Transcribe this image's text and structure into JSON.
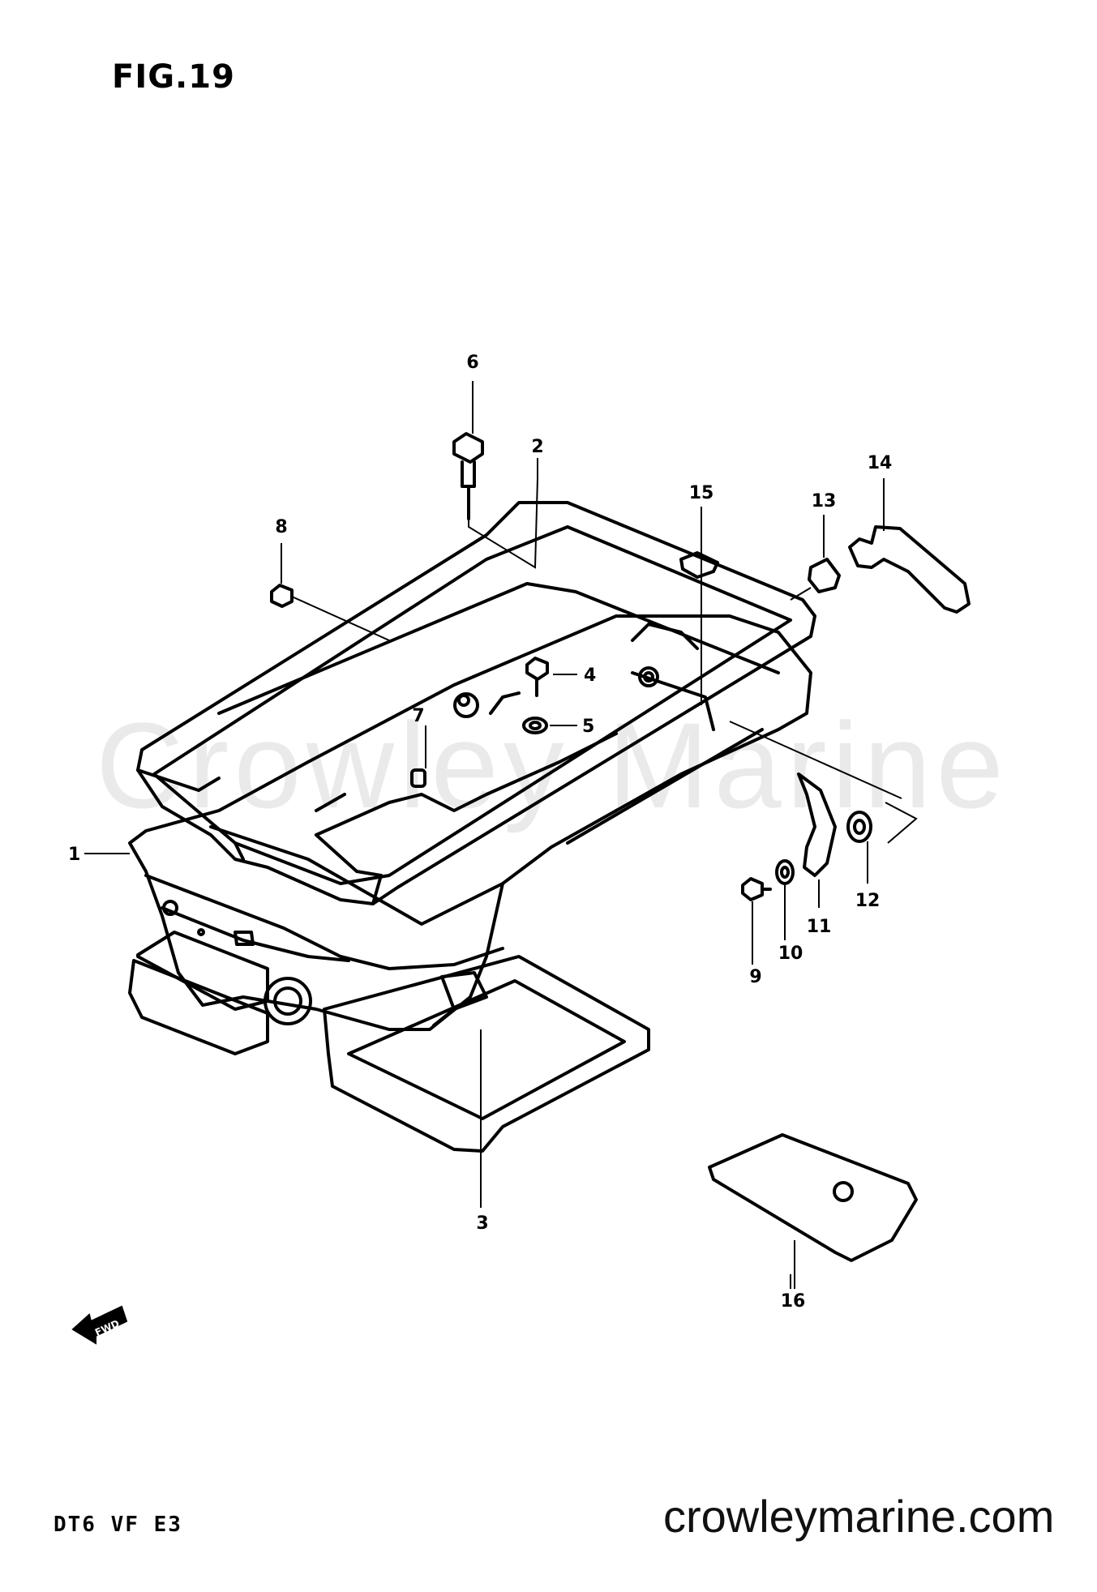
{
  "figure": {
    "title": "FIG.19"
  },
  "model": {
    "code": "DT6 VF E3"
  },
  "watermark": {
    "text": "Crowley Marine"
  },
  "footer": {
    "site": "crowleymarine.com"
  },
  "fwd_arrow": {
    "label": "FWD"
  },
  "parts": [
    {
      "id": "1",
      "label": "1"
    },
    {
      "id": "2",
      "label": "2"
    },
    {
      "id": "3",
      "label": "3"
    },
    {
      "id": "4",
      "label": "4"
    },
    {
      "id": "5",
      "label": "5"
    },
    {
      "id": "6",
      "label": "6"
    },
    {
      "id": "7",
      "label": "7"
    },
    {
      "id": "8",
      "label": "8"
    },
    {
      "id": "9",
      "label": "9"
    },
    {
      "id": "10",
      "label": "10"
    },
    {
      "id": "11",
      "label": "11"
    },
    {
      "id": "12",
      "label": "12"
    },
    {
      "id": "13",
      "label": "13"
    },
    {
      "id": "14",
      "label": "14"
    },
    {
      "id": "15",
      "label": "15"
    },
    {
      "id": "16",
      "label": "16"
    }
  ]
}
